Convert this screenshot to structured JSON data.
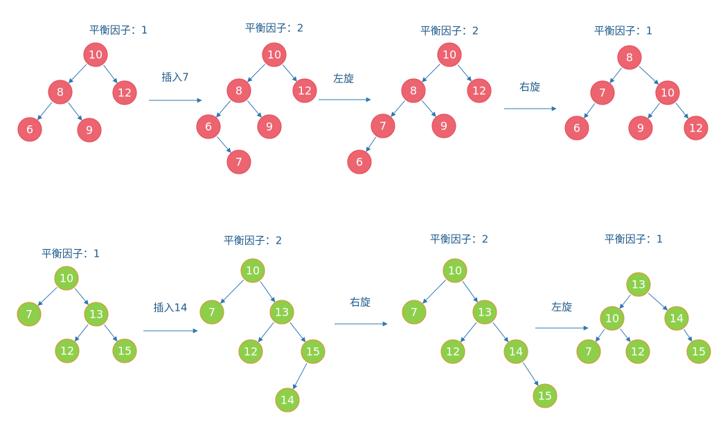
{
  "colors": {
    "red_fill": "#ec6470",
    "red_stroke": "#e5505e",
    "green_fill": "#8dcf4a",
    "green_stroke": "#d49a3a",
    "edge": "#2f77b0",
    "label": "#1f5a8a"
  },
  "rows": [
    {
      "color": "red",
      "trees": [
        {
          "label": "平衡因子：1",
          "nodes": [
            "10",
            "8",
            "12",
            "6",
            "9"
          ]
        },
        {
          "label": "平衡因子：2",
          "nodes": [
            "10",
            "8",
            "12",
            "6",
            "9",
            "7"
          ]
        },
        {
          "label": "平衡因子：2",
          "nodes": [
            "10",
            "8",
            "12",
            "7",
            "9",
            "6"
          ]
        },
        {
          "label": "平衡因子：1",
          "nodes": [
            "8",
            "7",
            "10",
            "6",
            "9",
            "12"
          ]
        }
      ],
      "steps": [
        "插入7",
        "左旋",
        "右旋"
      ]
    },
    {
      "color": "green",
      "trees": [
        {
          "label": "平衡因子：1",
          "nodes": [
            "10",
            "7",
            "13",
            "12",
            "15"
          ]
        },
        {
          "label": "平衡因子：2",
          "nodes": [
            "10",
            "7",
            "13",
            "12",
            "15",
            "14"
          ]
        },
        {
          "label": "平衡因子：2",
          "nodes": [
            "10",
            "7",
            "13",
            "12",
            "14",
            "15"
          ]
        },
        {
          "label": "平衡因子：1",
          "nodes": [
            "13",
            "10",
            "14",
            "7",
            "12",
            "15"
          ]
        }
      ],
      "steps": [
        "插入14",
        "右旋",
        "左旋"
      ]
    }
  ]
}
